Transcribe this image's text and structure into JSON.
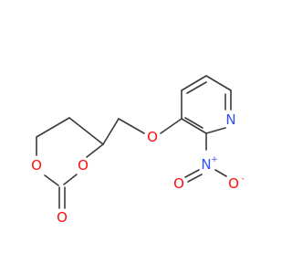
{
  "molecule": {
    "colors": {
      "bond": "#3b3b3b",
      "oxygen": "#ff0d0d",
      "nitrogen": "#3050f8",
      "background": "#ffffff"
    },
    "labels": {
      "ring_o1": "O",
      "ring_o2": "O",
      "carbonyl_o": "O",
      "ether_o": "O",
      "pyridine_n": "N",
      "nitro_n": "N",
      "nitro_n_charge": "+",
      "nitro_o_double": "O",
      "nitro_o_single": "O",
      "nitro_o_charge": "-"
    }
  }
}
